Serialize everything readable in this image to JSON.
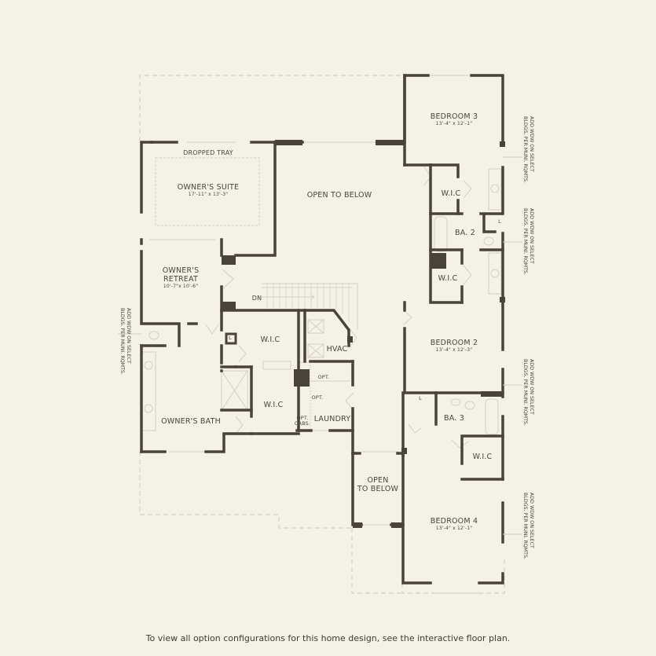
{
  "floor_plan": {
    "colors": {
      "background": "#f4f1e7",
      "wall": "#4a433c",
      "light_line": "#d6d0c3",
      "text": "#4a443e"
    },
    "rooms": [
      {
        "id": "owners-suite",
        "label": "OWNER'S SUITE",
        "dimensions": "17'-11\" x 13'-3\"",
        "note": "DROPPED TRAY"
      },
      {
        "id": "open-to-below-main",
        "label": "OPEN TO BELOW"
      },
      {
        "id": "bedroom-3",
        "label": "BEDROOM 3",
        "dimensions": "13'-4\" x 12'-1\""
      },
      {
        "id": "wic-bed3",
        "label": "W.I.C"
      },
      {
        "id": "ba-2",
        "label": "BA. 2"
      },
      {
        "id": "wic-ba2",
        "label": "W.I.C"
      },
      {
        "id": "owners-retreat",
        "label_line1": "OWNER'S",
        "label_line2": "RETREAT",
        "dimensions": "10'-7\"x 10'-6\""
      },
      {
        "id": "wic-owner",
        "label": "W.I.C"
      },
      {
        "id": "hvac",
        "label": "HVAC"
      },
      {
        "id": "bedroom-2",
        "label": "BEDROOM 2",
        "dimensions": "13'-4\" x 12'-3\""
      },
      {
        "id": "owners-bath",
        "label": "OWNER'S BATH"
      },
      {
        "id": "wic-bath",
        "label": "W.I.C"
      },
      {
        "id": "laundry",
        "label": "LAUNDRY",
        "opt_top": "OPT.",
        "opt_mid": "OPT.",
        "opt_cabs_line1": "OPT.",
        "opt_cabs_line2": "CABS."
      },
      {
        "id": "ba-3",
        "label": "BA. 3"
      },
      {
        "id": "wic-ba3",
        "label": "W.I.C"
      },
      {
        "id": "open-to-below-small",
        "label_line1": "OPEN",
        "label_line2": "TO BELOW"
      },
      {
        "id": "bedroom-4",
        "label": "BEDROOM 4",
        "dimensions": "13'-4\" x 12'-1\""
      }
    ],
    "stair_label": "DN",
    "linen_label": "L",
    "window_notes": {
      "line1": "ADD WDW ON SELECT",
      "line2": "BLDGS. PER MUNI. RQMTS."
    }
  },
  "footer": {
    "text": "To view all option configurations for this home design, see the interactive floor plan."
  }
}
